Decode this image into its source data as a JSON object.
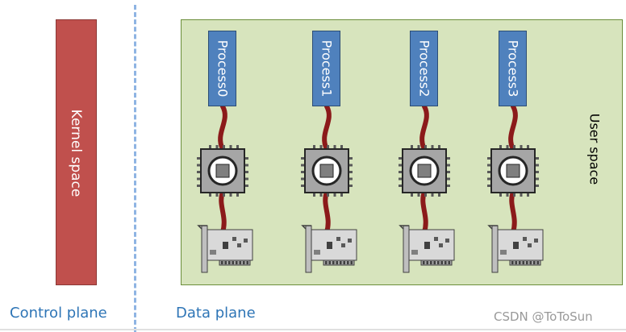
{
  "kernel_space": {
    "label": "Kernel space"
  },
  "user_space": {
    "label": "User space"
  },
  "processes": [
    {
      "label": "Process0"
    },
    {
      "label": "Process1"
    },
    {
      "label": "Process2"
    },
    {
      "label": "Process3"
    }
  ],
  "bottom_labels": {
    "control_plane": "Control plane",
    "data_plane": "Data plane"
  },
  "watermark": "CSDN @ToToSun",
  "colors": {
    "kernel": "#c0504d",
    "user_space": "#d7e4bd",
    "process": "#4f81bd",
    "link": "#8b1a1a",
    "chip": "#a6a6a6",
    "nic": "#d9d9d9",
    "divider": "#8eb4e3",
    "caption": "#2e75b6"
  },
  "icons": {
    "cpu": "cpu-chip-icon",
    "nic": "network-card-icon"
  }
}
